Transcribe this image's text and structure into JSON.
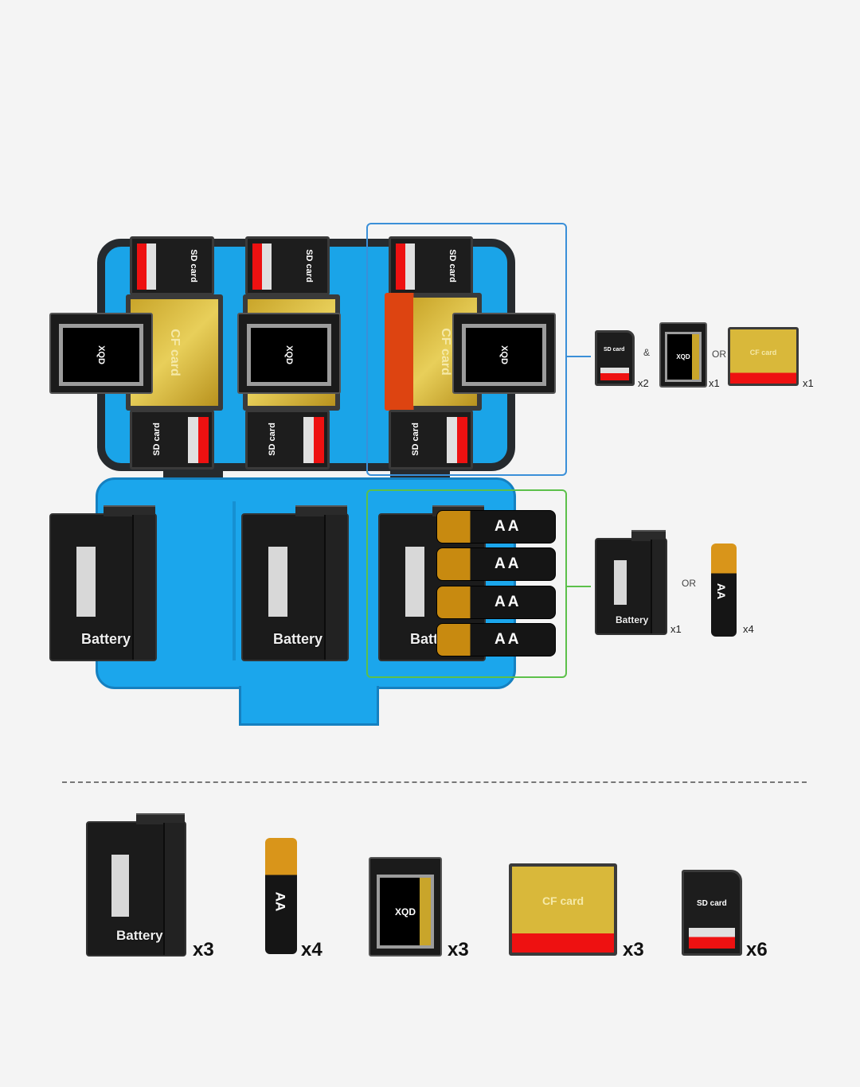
{
  "labels": {
    "sd": "SD card",
    "cf": "CF card",
    "xqd": "XQD",
    "battery": "Battery",
    "aa": "AA"
  },
  "card_slot_legend": {
    "sd_qty": "x2",
    "and": "&",
    "xqd_qty": "x1",
    "or": "OR",
    "cf_qty": "x1"
  },
  "battery_slot_legend": {
    "battery_qty": "x1",
    "or": "OR",
    "aa_qty": "x4"
  },
  "capacity": {
    "battery_qty": "x3",
    "aa_qty": "x4",
    "xqd_qty": "x3",
    "cf_qty": "x3",
    "sd_qty": "x6"
  },
  "colors": {
    "case_blue": "#1aa4e8",
    "card_frame": "#3a8fd8",
    "battery_frame": "#5cc04a"
  }
}
